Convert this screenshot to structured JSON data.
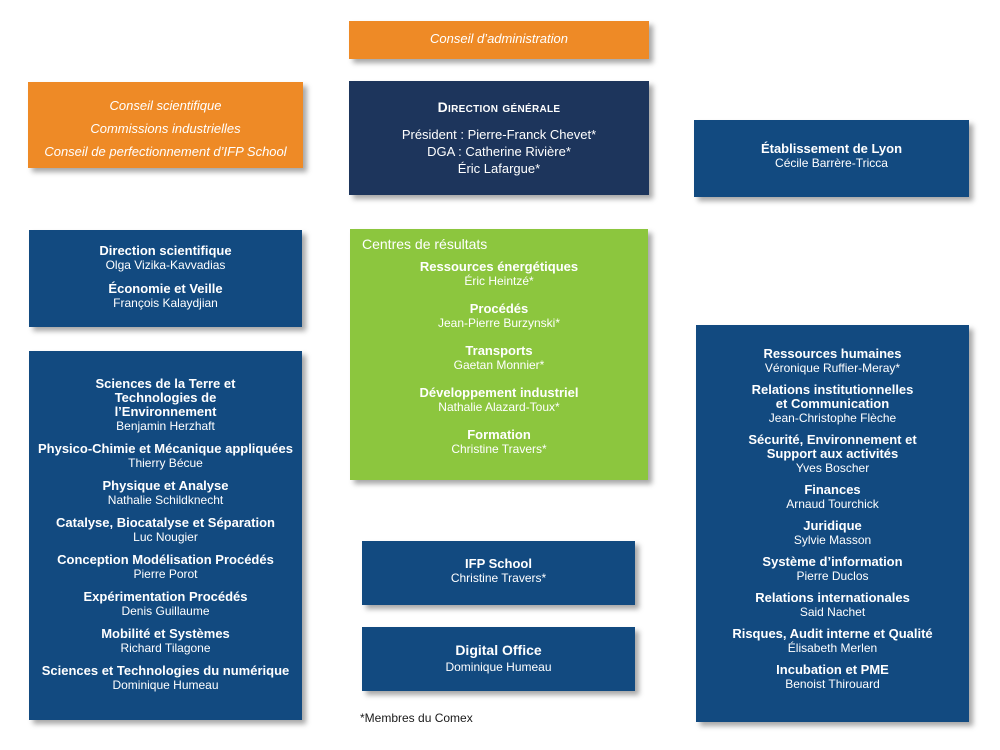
{
  "conseil_administration": "Conseil d’administration",
  "conseils": [
    "Conseil scientifique",
    "Commissions industrielles",
    "Conseil de perfectionnement d’IFP School"
  ],
  "direction_generale": {
    "title": "Direction générale",
    "lines": [
      "Président : Pierre-Franck Chevet*",
      "DGA : Catherine Rivière*",
      "Éric Lafargue*"
    ]
  },
  "etablissement_lyon": {
    "title": "Établissement de Lyon",
    "name": "Cécile Barrère-Tricca"
  },
  "direction_scientifique": [
    {
      "title": "Direction scientifique",
      "name": "Olga Vizika-Kavvadias"
    },
    {
      "title": "Économie et Veille",
      "name": "François Kalaydjian"
    }
  ],
  "departements": [
    {
      "title": "Sciences de la Terre et Technologies de l’Environnement",
      "name": "Benjamin Herzhaft"
    },
    {
      "title": "Physico-Chimie et Mécanique appliquées",
      "name": "Thierry Bécue"
    },
    {
      "title": "Physique et Analyse",
      "name": "Nathalie Schildknecht"
    },
    {
      "title": "Catalyse, Biocatalyse et Séparation",
      "name": "Luc Nougier"
    },
    {
      "title": "Conception Modélisation Procédés",
      "name": "Pierre Porot"
    },
    {
      "title": "Expérimentation Procédés",
      "name": "Denis Guillaume"
    },
    {
      "title": "Mobilité et Systèmes",
      "name": "Richard Tilagone"
    },
    {
      "title": "Sciences et Technologies du numérique",
      "name": "Dominique Humeau"
    }
  ],
  "centres": {
    "title": "Centres de résultats",
    "items": [
      {
        "title": "Ressources énergétiques",
        "name": "Éric Heintzé*"
      },
      {
        "title": "Procédés",
        "name": "Jean-Pierre Burzynski*"
      },
      {
        "title": "Transports",
        "name": "Gaetan Monnier*"
      },
      {
        "title": "Développement industriel",
        "name": "Nathalie Alazard-Toux*"
      },
      {
        "title": "Formation",
        "name": "Christine Travers*"
      }
    ]
  },
  "ifp_school": {
    "title": "IFP School",
    "name": "Christine Travers*"
  },
  "digital_office": {
    "title": "Digital Office",
    "name": "Dominique Humeau"
  },
  "fonctions": [
    {
      "title": "Ressources humaines",
      "name": "Véronique Ruffier-Meray*"
    },
    {
      "title": "Relations institutionnelles et Communication",
      "name": "Jean-Christophe Flèche"
    },
    {
      "title": "Sécurité, Environnement et Support aux activités",
      "name": "Yves Boscher"
    },
    {
      "title": "Finances",
      "name": "Arnaud Tourchick"
    },
    {
      "title": "Juridique",
      "name": "Sylvie Masson"
    },
    {
      "title": "Système d’information",
      "name": "Pierre Duclos"
    },
    {
      "title": "Relations internationales",
      "name": "Said Nachet"
    },
    {
      "title": "Risques, Audit interne et Qualité",
      "name": "Élisabeth Merlen"
    },
    {
      "title": "Incubation et PME",
      "name": "Benoist Thirouard"
    }
  ],
  "footnote": "*Membres du Comex",
  "colors": {
    "orange": "#ee8a26",
    "navy": "#1d355c",
    "blue": "#124a80",
    "green": "#8cc63e"
  }
}
